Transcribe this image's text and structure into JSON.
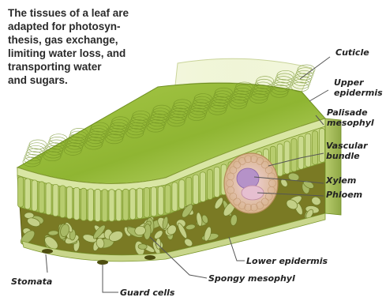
{
  "intro": {
    "lines": [
      "The tissues of a leaf are",
      "adapted for photosyn-",
      "thesis, gas exchange,",
      "limiting water loss, and",
      "transporting water",
      "and sugars."
    ]
  },
  "labels": {
    "cuticle": "Cuticle",
    "upper_epidermis": [
      "Upper",
      "epidermis"
    ],
    "palisade_mesophyll": [
      "Palisade",
      "mesophyl"
    ],
    "vascular_bundle": [
      "Vascular",
      "bundle"
    ],
    "xylem": "Xylem",
    "phloem": "Phloem",
    "lower_epidermis": "Lower epidermis",
    "spongy_mesophyll": "Spongy mesophyl",
    "guard_cells": "Guard cells",
    "stomata": "Stomata"
  },
  "colors": {
    "leaf_top": "#9cbf3c",
    "leaf_top_light": "#c8dc7a",
    "palisade": "#b5cc6a",
    "spongy_dark": "#6a6a1e",
    "spongy_cell": "#b9c77a",
    "xylem": "#b38fc6",
    "phloem": "#e0b7c8",
    "leader": "#555555"
  }
}
